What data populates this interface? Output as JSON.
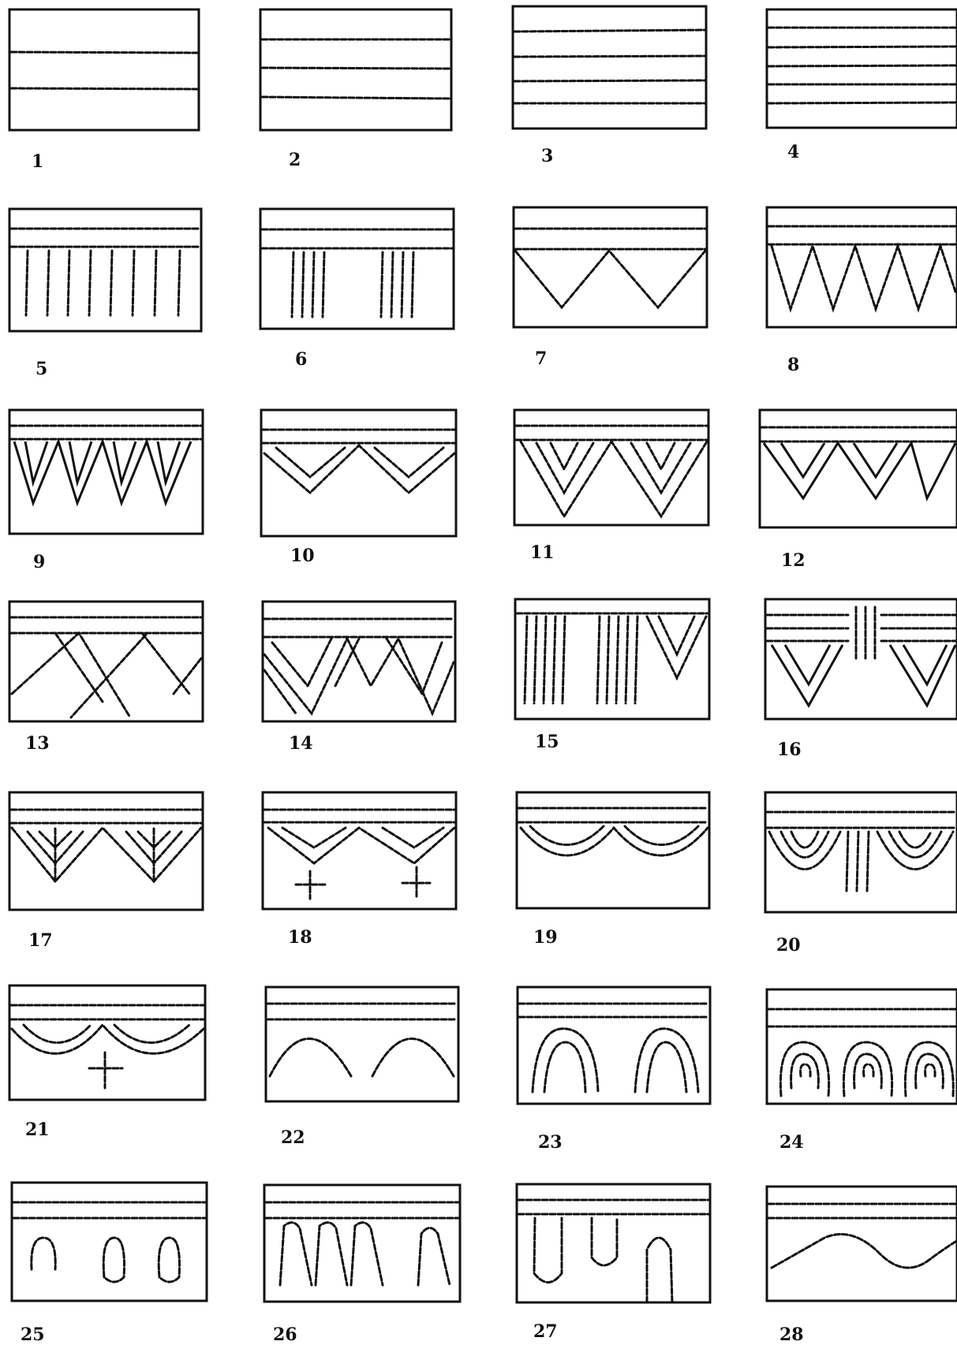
{
  "figures": [
    {
      "label": "1",
      "motif": "two horizontal cord lines"
    },
    {
      "label": "2",
      "motif": "three horizontal cord lines"
    },
    {
      "label": "3",
      "motif": "four horizontal cord lines"
    },
    {
      "label": "4",
      "motif": "five horizontal cord lines"
    },
    {
      "label": "5",
      "motif": "band with vertical cord strokes"
    },
    {
      "label": "6",
      "motif": "band with grouped vertical strokes"
    },
    {
      "label": "7",
      "motif": "band with pendant triangles"
    },
    {
      "label": "8",
      "motif": "band with cord zigzag"
    },
    {
      "label": "9",
      "motif": "band with double zigzag"
    },
    {
      "label": "10",
      "motif": "band with double-lined shallow triangles"
    },
    {
      "label": "11",
      "motif": "band with nested triangles"
    },
    {
      "label": "12",
      "motif": "band with double zigzag"
    },
    {
      "label": "13",
      "motif": "band with crossing diagonals"
    },
    {
      "label": "14",
      "motif": "band with hatched triangles"
    },
    {
      "label": "15",
      "motif": "band with vertical strokes and nested triangle"
    },
    {
      "label": "16",
      "motif": "split band with vertical divider and pendant triangles"
    },
    {
      "label": "17",
      "motif": "band with herringbone-filled triangles"
    },
    {
      "label": "18",
      "motif": "band with triangles and crosses"
    },
    {
      "label": "19",
      "motif": "band with double festoons"
    },
    {
      "label": "20",
      "motif": "band with triple festoons and vertical strokes"
    },
    {
      "label": "21",
      "motif": "band with festoons and cross"
    },
    {
      "label": "22",
      "motif": "band with arches"
    },
    {
      "label": "23",
      "motif": "band with double arches"
    },
    {
      "label": "24",
      "motif": "band with nested loops"
    },
    {
      "label": "25",
      "motif": "band with single loops"
    },
    {
      "label": "26",
      "motif": "band with slanted loops"
    },
    {
      "label": "27",
      "motif": "band with hanging and standing loops"
    },
    {
      "label": "28",
      "motif": "band with undulating wave"
    }
  ]
}
